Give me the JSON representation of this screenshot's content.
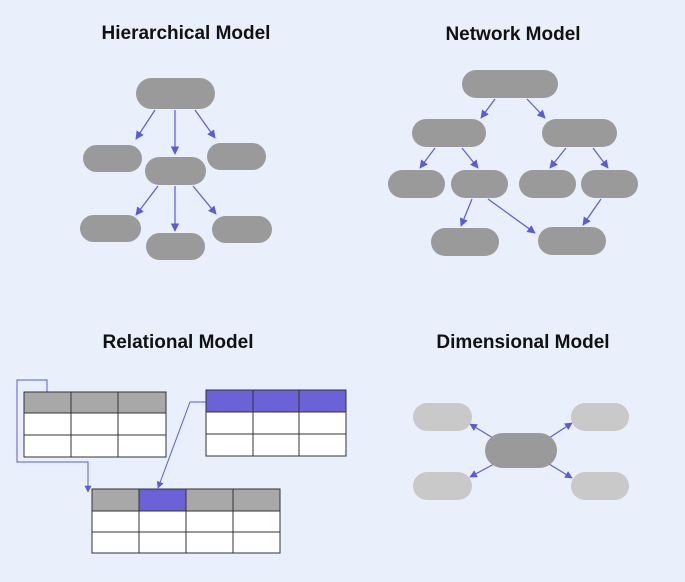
{
  "colors": {
    "background": "#e9effb",
    "node_dark": "#9a9a9a",
    "node_light": "#c9c9c9",
    "arrow": "#5b5bd6",
    "highlight": "#6a62d6",
    "table_header": "#a8a8a8",
    "table_line": "#333333"
  },
  "panels": {
    "hierarchical": {
      "title": "Hierarchical Model"
    },
    "network": {
      "title": "Network Model"
    },
    "relational": {
      "title": "Relational Model"
    },
    "dimensional": {
      "title": "Dimensional Model"
    }
  }
}
